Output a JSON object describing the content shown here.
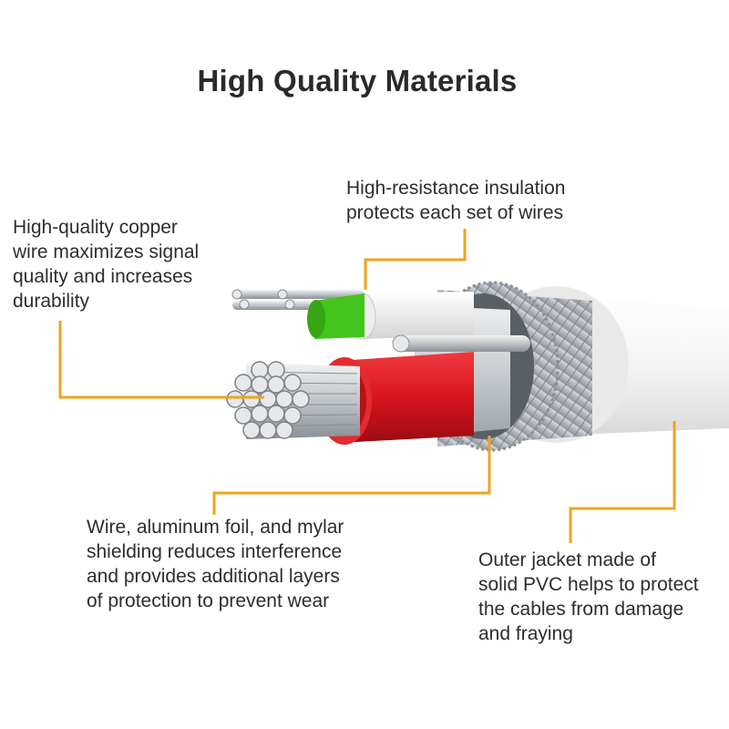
{
  "title": "High Quality Materials",
  "callouts": {
    "copper": {
      "lines": [
        "High-quality copper",
        "wire maximizes signal",
        "quality and increases",
        "durability"
      ]
    },
    "insulation": {
      "lines": [
        "High-resistance insulation",
        "protects each set of wires"
      ]
    },
    "shielding": {
      "lines": [
        "Wire, aluminum foil, and mylar",
        "shielding reduces interference",
        "and provides additional layers",
        "of protection to prevent wear"
      ]
    },
    "jacket": {
      "lines": [
        "Outer jacket made of",
        "solid PVC helps to protect",
        "the cables from damage",
        "and fraying"
      ]
    }
  },
  "colors": {
    "leader_line": "#f0a41c",
    "red_insulation": "#d9141d",
    "green_insulation": "#44c41c",
    "outer_jacket": "#f4f4f4",
    "braid": "#b8bcc0",
    "copper_strand": "#c8ccd0"
  }
}
